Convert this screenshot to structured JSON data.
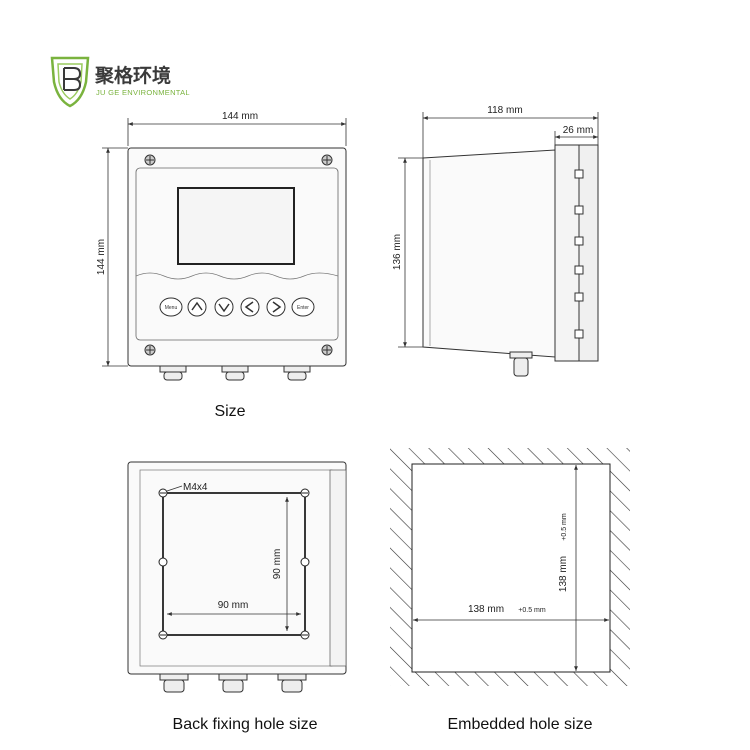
{
  "brand": {
    "name_cn": "聚格环境",
    "name_en": "JU GE ENVIRONMENTAL",
    "accent_color": "#7ab33e",
    "logo_icon": "shield-jg-logo-icon"
  },
  "front_view": {
    "width_label": "144 mm",
    "height_label": "144 mm",
    "buttons": [
      "Menu",
      "up-arrow-icon",
      "down-arrow-icon",
      "left-arrow-icon",
      "right-arrow-icon",
      "Enter"
    ]
  },
  "side_view": {
    "depth_label": "118 mm",
    "flange_label": "26 mm",
    "height_label": "136 mm"
  },
  "captions": {
    "size": "Size",
    "back": "Back fixing hole size",
    "embedded": "Embedded hole size"
  },
  "back_view": {
    "screw_label": "M4x4",
    "hole_h_label": "90 mm",
    "hole_v_label": "90 mm"
  },
  "cutout_view": {
    "width_label": "138 mm",
    "width_tol": "+0.5 mm",
    "height_label": "138 mm",
    "height_tol": "+0.5 mm"
  }
}
